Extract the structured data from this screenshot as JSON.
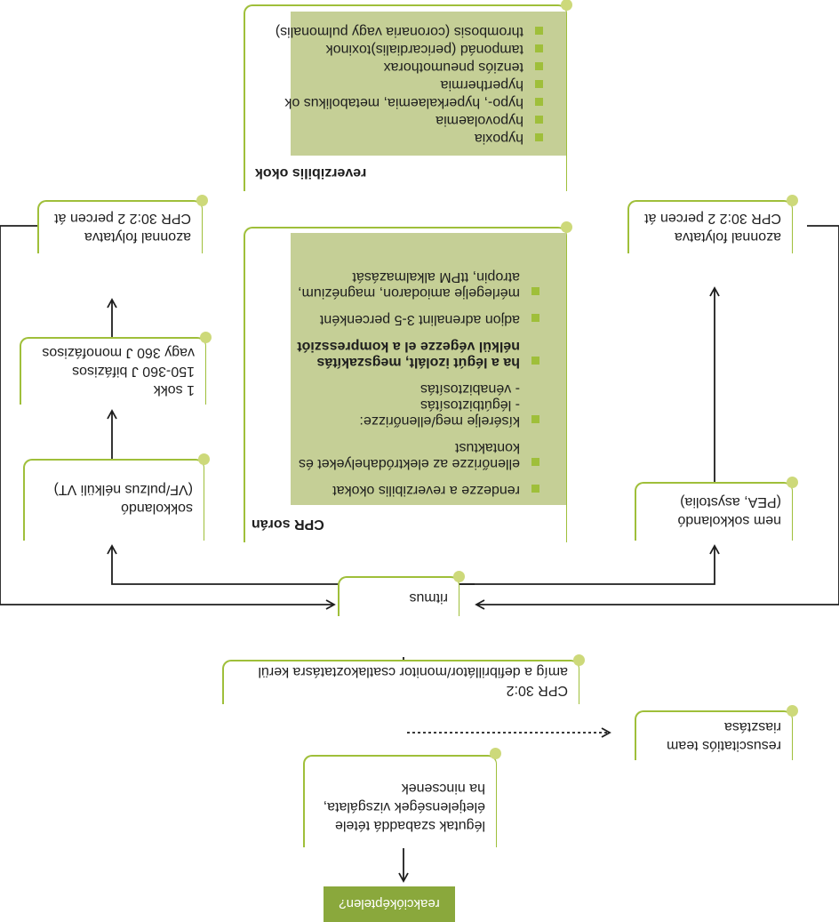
{
  "start": "reakcióképtelen?",
  "airway_box": [
    "légutak szabaddá tétele",
    "életjelenségek vizsgálata,",
    "ha nincsenek"
  ],
  "team_box": [
    "resuscitatiós team",
    "riasztása"
  ],
  "cpr_box": [
    "CPR 30:2",
    "amíg a defibrillátor/monitor csatlakoztatásra kerül"
  ],
  "rhythm_box": "ritmus",
  "shockable": [
    "sokkolandó",
    "(VF/pulzus nélküli VT)"
  ],
  "shock": [
    "1 sokk",
    "150-360 J bifázisos",
    "vagy 360 J monofázisos"
  ],
  "cpr_left": [
    "CPR 30:2 2 percen át",
    "azonnal folytatva"
  ],
  "nonshockable": [
    "nem sokkolandó",
    "(PEA, asystolia)"
  ],
  "cpr_right": [
    "CPR 30:2 2 percen át",
    "azonnal folytatva"
  ],
  "during_cpr": {
    "title": "CPR során",
    "items": [
      {
        "text": "rendezze a reverzibilis okokat",
        "bold": false
      },
      {
        "text": "ellenőrizze az elektródahelyeket és kontaktust",
        "bold": false
      },
      {
        "text": "kísérelje meg/ellenőrizze:",
        "bold": false,
        "sub": [
          "- légútbiztosítás",
          "- vénabiztosítás"
        ]
      },
      {
        "text": "ha a légút izolált, megszakítás nélkül végezze el a kompressziót",
        "bold": true
      },
      {
        "text": "adjon adrenalint 3-5 percenként",
        "bold": false
      },
      {
        "text": "mérlegelje amiodaron, magnézium, atropin, ttPM alkalmazását",
        "bold": false
      }
    ]
  },
  "reversible": {
    "title": "reverzibilis okok",
    "items": [
      "hypoxia",
      "hypovolaemia",
      "hypo-, hyperkalaemia, metabolikus ok",
      "hyperthermia",
      "tenziós pneumothorax",
      "tamponád (pericardialis)toxinok",
      "thrombosis (coronaria vagy pulmonalis)"
    ]
  },
  "colors": {
    "accent": "#9fbf3a",
    "fill": "#c5cf96",
    "start_fill": "#8aa83c"
  }
}
